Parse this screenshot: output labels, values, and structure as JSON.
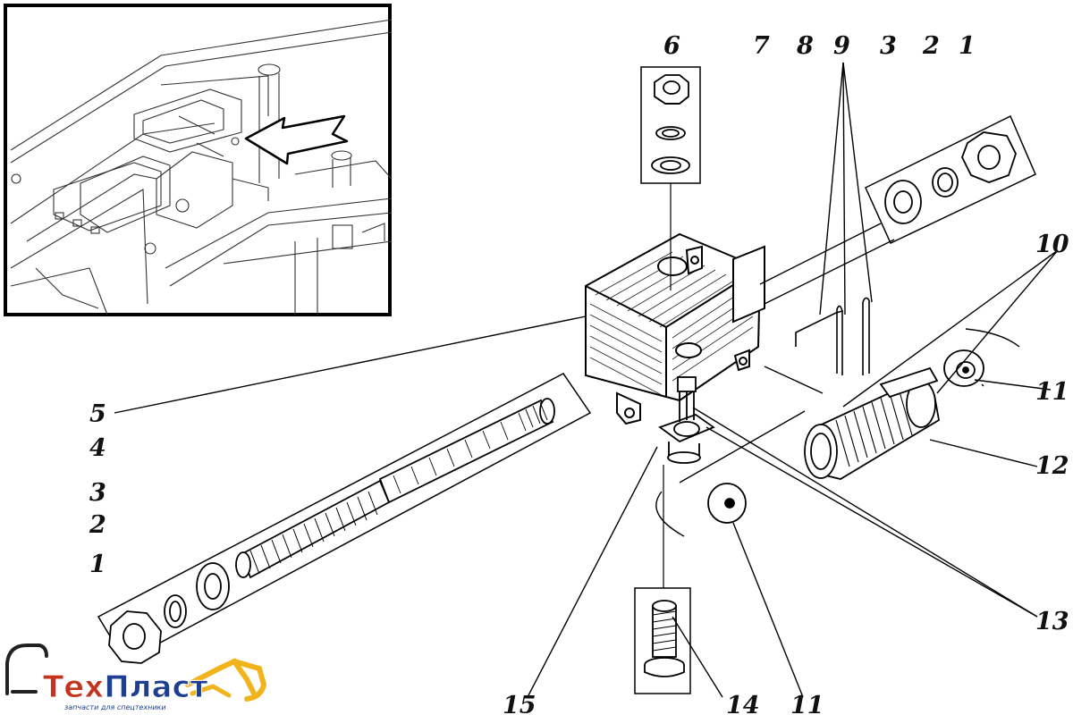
{
  "diagram": {
    "callouts": {
      "c1_top": "1",
      "c2_top": "2",
      "c3_top": "3",
      "c6": "6",
      "c7": "7",
      "c8": "8",
      "c9": "9",
      "c10": "10",
      "c11_right": "11",
      "c12": "12",
      "c13": "13",
      "c14": "14",
      "c11_bottom": "11",
      "c15": "15",
      "c5": "5",
      "c4": "4",
      "c3_left": "3",
      "c2_left": "2",
      "c1_left": "1"
    }
  },
  "logo": {
    "name_part1": "Тех",
    "name_part2": "Пласт",
    "tagline": "запчасти для спецтехники",
    "colors": {
      "part1": "#c6331c",
      "part2": "#1e3f8f",
      "accent": "#f1b41c"
    }
  }
}
